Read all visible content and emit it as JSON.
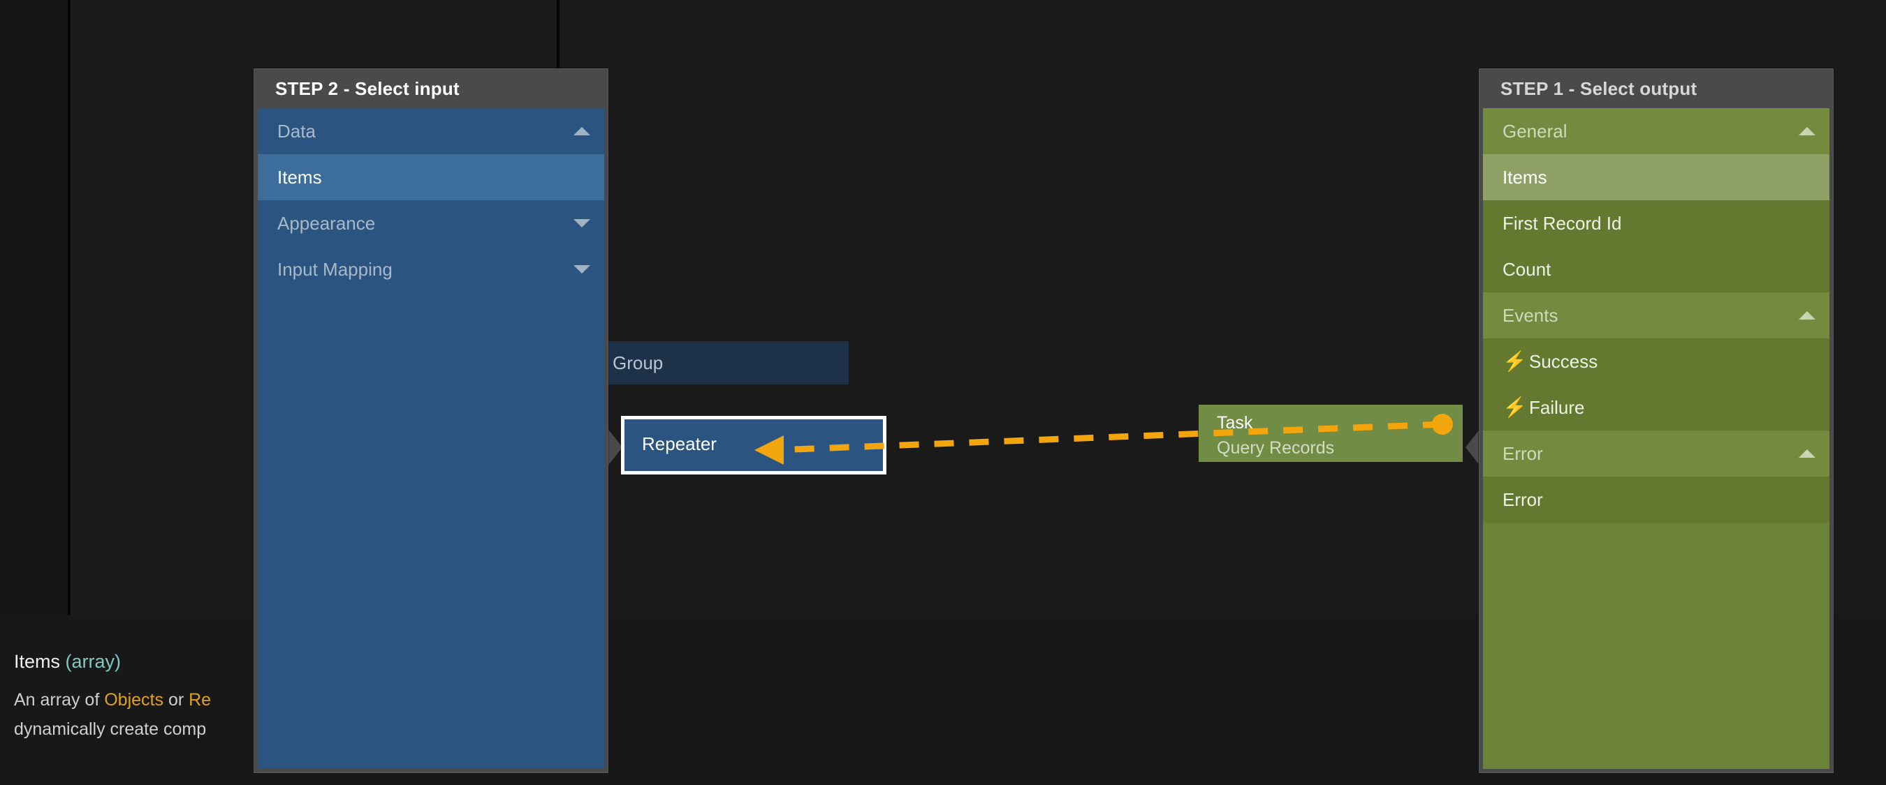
{
  "canvas": {
    "nodes": {
      "group": {
        "label": "Group"
      },
      "repeater": {
        "label": "Repeater"
      },
      "task": {
        "label": "Task",
        "sublabel": "Query Records"
      }
    },
    "connection": {
      "color": "#f2a50c",
      "style": "dashed",
      "direction": "task-to-repeater"
    }
  },
  "doc": {
    "name": "Items",
    "type": "(array)",
    "line1_a": "An array of ",
    "line1_kw1": "Objects",
    "line1_b": " or ",
    "line1_kw2": "Re",
    "line2": "dynamically create comp"
  },
  "input_panel": {
    "title": "STEP 2 - Select input",
    "rows": [
      {
        "label": "Data",
        "kind": "group",
        "caret": "up"
      },
      {
        "label": "Items",
        "kind": "leaf",
        "selected": true
      },
      {
        "label": "Appearance",
        "kind": "group",
        "caret": "down"
      },
      {
        "label": "Input Mapping",
        "kind": "group",
        "caret": "down"
      }
    ]
  },
  "output_panel": {
    "title": "STEP 1 - Select output",
    "rows": [
      {
        "label": "General",
        "kind": "group",
        "caret": "up"
      },
      {
        "label": "Items",
        "kind": "leaf",
        "selected": true
      },
      {
        "label": "First Record Id",
        "kind": "leaf"
      },
      {
        "label": "Count",
        "kind": "leaf"
      },
      {
        "label": "Events",
        "kind": "group",
        "caret": "up"
      },
      {
        "label": "Success",
        "kind": "leaf",
        "icon": "bolt-icon",
        "glyph": "⚡"
      },
      {
        "label": "Failure",
        "kind": "leaf",
        "icon": "bolt-icon",
        "glyph": "⚡"
      },
      {
        "label": "Error",
        "kind": "group",
        "caret": "up"
      },
      {
        "label": "Error",
        "kind": "leaf"
      }
    ]
  },
  "colors": {
    "accent_orange": "#f2a50c",
    "input_blue": "#2b5580",
    "output_green": "#6a8339",
    "panel_chrome": "#4a4a4a"
  }
}
